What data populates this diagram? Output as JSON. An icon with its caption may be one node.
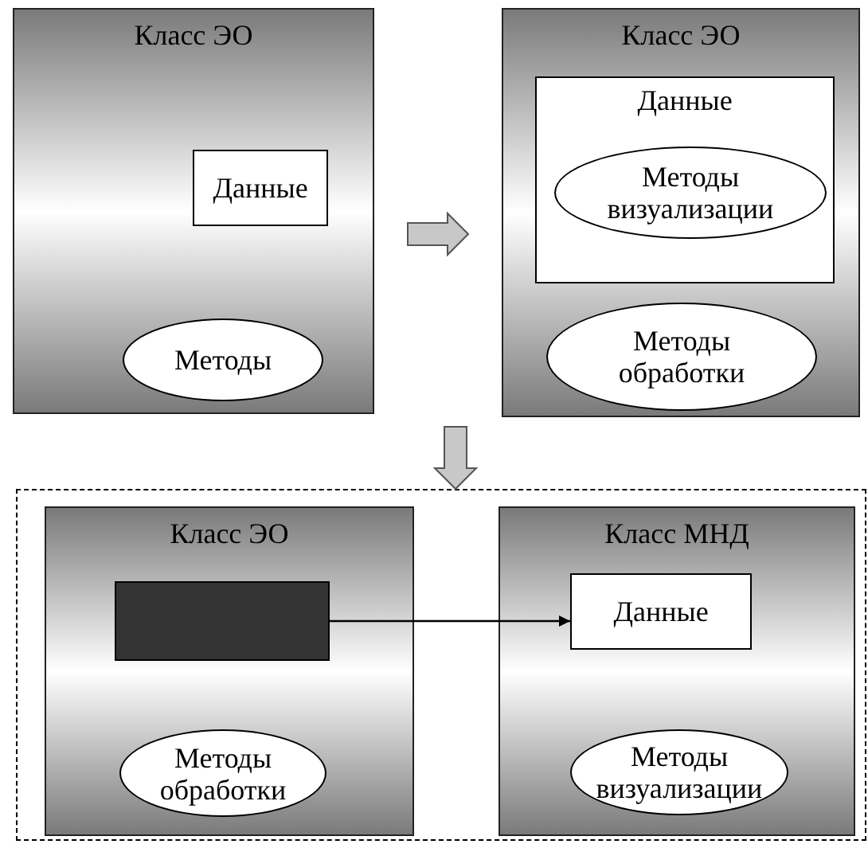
{
  "diagram": {
    "nodes": [
      {
        "text": [],
        "shape": "box"
      },
      {
        "text": [
          "Класс ЭО"
        ]
      },
      {
        "text": [
          "Данные"
        ],
        "in": 1
      },
      {
        "text": [
          "Методы"
        ],
        "in": 1
      },
      {
        "text": [
          "Класс ЭО"
        ]
      },
      {
        "text": [
          "Данные"
        ],
        "in": 4
      },
      {
        "text": [
          "Методы визуализации"
        ],
        "in": 5
      },
      {
        "text": [
          "Методы обработки"
        ],
        "in": 4
      },
      {
        "text": [
          "Класс ЭО"
        ],
        "in": 0
      },
      {
        "text": [],
        "shape": "box",
        "in": 8
      },
      {
        "text": [
          "Методы обработки"
        ],
        "in": 8
      },
      {
        "text": [
          "Класс МНД"
        ],
        "in": 0
      },
      {
        "text": [
          "Данные"
        ],
        "in": 11
      },
      {
        "text": [
          "Методы визуализации"
        ],
        "in": 11
      }
    ],
    "edges": [
      {
        "from": 1,
        "to": 4,
        "arrow": "to",
        "style": "thick",
        "color": "#c8c8c8"
      },
      {
        "from": null,
        "to": 0,
        "arrow": "to",
        "style": "thick",
        "color": "#c8c8c8"
      },
      {
        "from": 9,
        "to": 12,
        "arrow": "to"
      }
    ]
  }
}
